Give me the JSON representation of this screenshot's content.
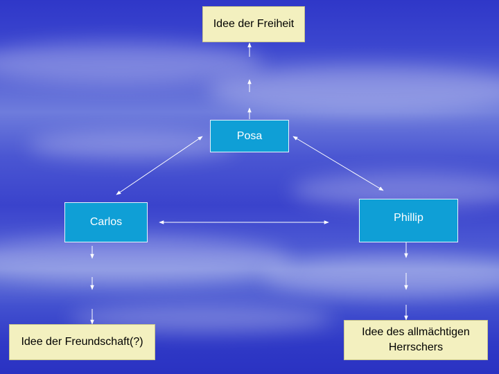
{
  "nodes": {
    "freiheit": "Idee der Freiheit",
    "posa": "Posa",
    "carlos": "Carlos",
    "phillip": "Phillip",
    "freundschaft": "Idee der Freundschaft(?)",
    "herrscher_line1": "Idee des allmächtigen",
    "herrscher_line2": "Herrschers"
  },
  "colors": {
    "character_box": "#0f9fd6",
    "idea_box": "#f3f0bf",
    "arrow": "#ffffff"
  }
}
